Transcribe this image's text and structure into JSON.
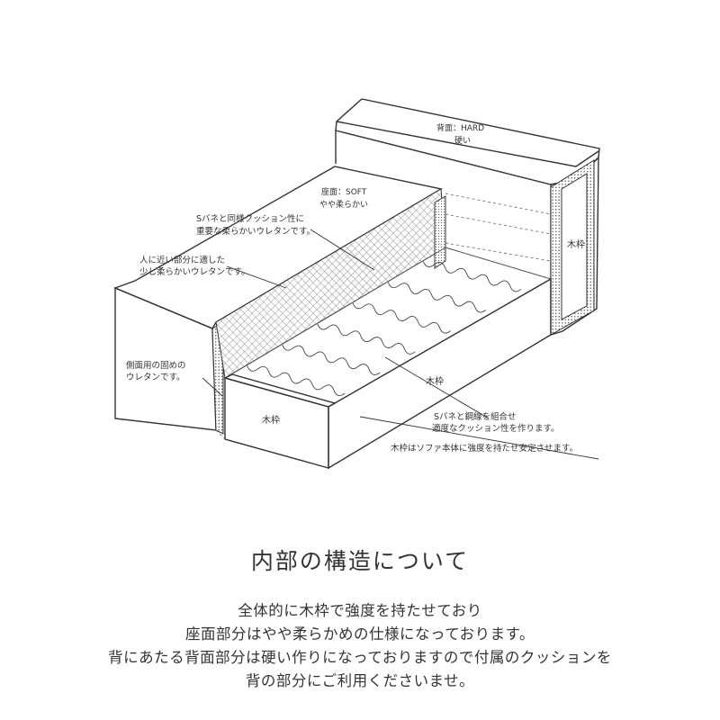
{
  "labels": {
    "back": [
      "背面：HARD",
      "硬い"
    ],
    "seat": [
      "座面：SOFT",
      "やや柔らかい"
    ],
    "spring_urethane": [
      "Sバネと同様クッション性に",
      "重要な柔らかいウレタンです。"
    ],
    "near_urethane": [
      "人に近い部分に適した",
      "少し柔らかいウレタンです。"
    ],
    "side_urethane": [
      "側面用の固めの",
      "ウレタンです。"
    ],
    "frame_back": "木枠",
    "frame_side": "木枠",
    "frame_front": "木枠",
    "springs_note": [
      "Sバネと鋼線を組合せ",
      "適度なクッション性を作ります。"
    ],
    "frame_note": "木枠はソファ本体に強度を持たせ安定させます。"
  },
  "section": {
    "title": "内部の構造について",
    "lines": [
      "全体的に木枠で強度を持たせており",
      "座面部分はやや柔らかめの仕様になっております。",
      "背にあたる背面部分は硬い作りになっておりますので付属のクッションを",
      "背の部分にご利用くださいませ。"
    ]
  }
}
